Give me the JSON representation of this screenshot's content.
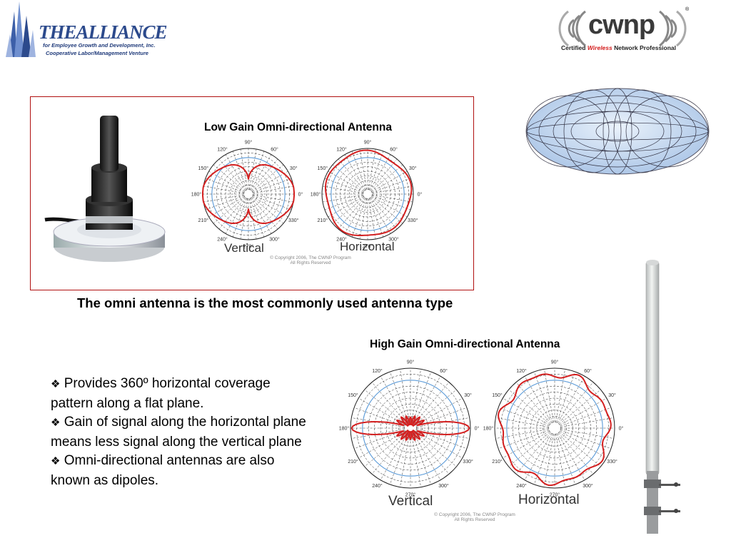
{
  "logos": {
    "alliance": {
      "name": "THEALLIANCE",
      "tagline": "for Employee Growth and Development, Inc.",
      "subtitle": "Cooperative Labor/Management Venture"
    },
    "cwnp": {
      "name": "cwnp",
      "registered": "®",
      "tagline_part1": "Certified ",
      "tagline_part2": "Wireless",
      "tagline_part3": " Network Professional"
    }
  },
  "low_gain": {
    "title": "Low Gain Omni-directional Antenna",
    "vertical_label": "Vertical",
    "horizontal_label": "Horizontal",
    "copyright_line1": "© Copyright 2006, The CWNP Program",
    "copyright_line2": "All Rights Reserved"
  },
  "headline": "The omni antenna is the most commonly used antenna type",
  "high_gain": {
    "title": "High Gain Omni-directional Antenna",
    "vertical_label": "Vertical",
    "horizontal_label": "Horizontal",
    "copyright_line1": "© Copyright 2006, The CWNP Program",
    "copyright_line2": "All Rights Reserved"
  },
  "angles": {
    "a90": "90°",
    "a60": "60°",
    "a30": "30°",
    "a0": "0°",
    "a120": "120°",
    "a150": "150°",
    "a180": "180°",
    "a210": "210°",
    "a240": "240°",
    "a270": "270°",
    "a300": "300°",
    "a330": "330°"
  },
  "bullets": {
    "marker": "❖",
    "items": [
      "Provides 360º horizontal coverage pattern along a flat plane.",
      "Gain of signal along the horizontal plane means less signal along the vertical plane",
      "Omni-directional antennas are also known as dipoles."
    ]
  },
  "colors": {
    "frame": "#b01010",
    "pattern": "#d42020",
    "grid_blue": "#5a9ad8",
    "alliance_blue": "#2c4a8c",
    "cwnp_red": "#d42020"
  }
}
